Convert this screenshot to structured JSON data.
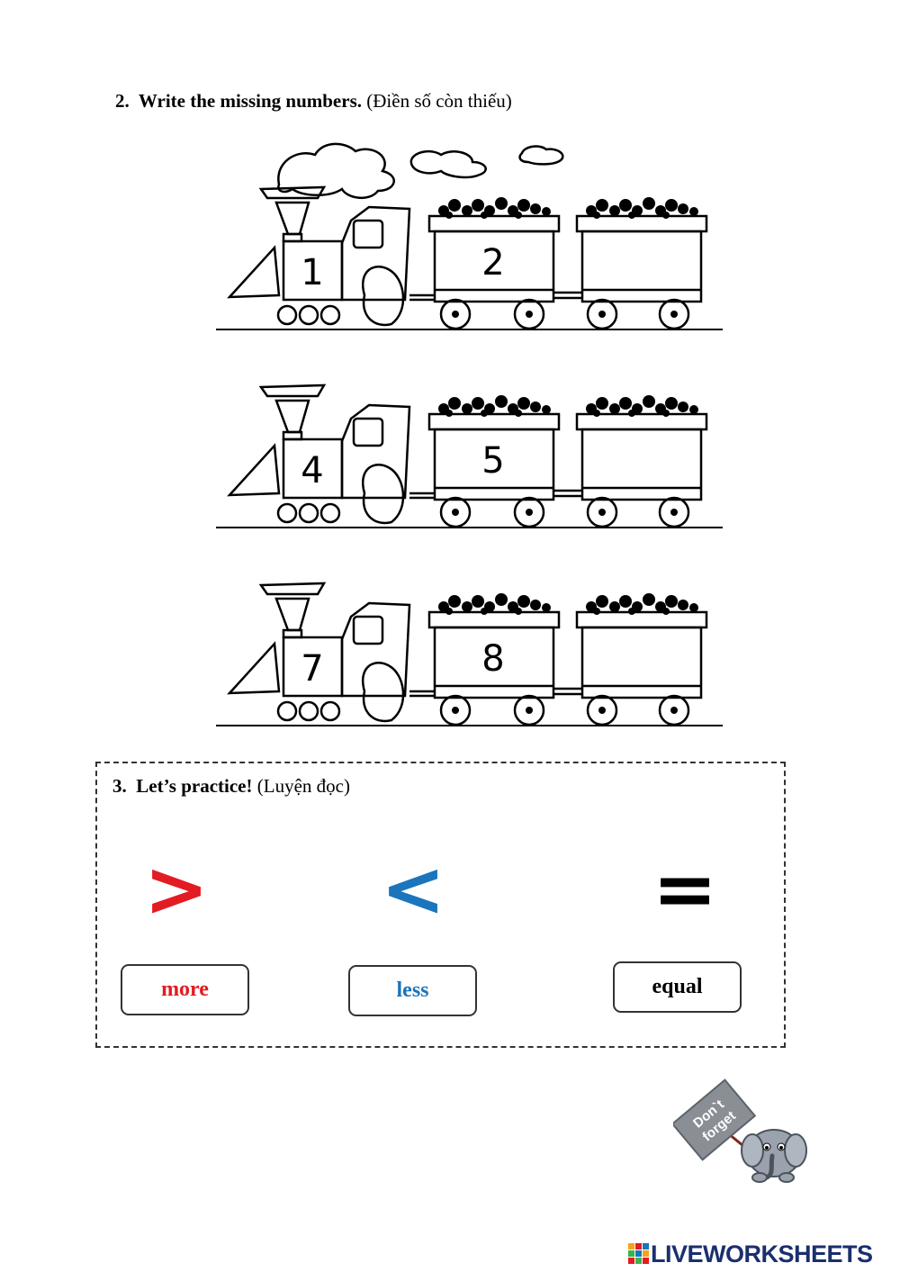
{
  "section2": {
    "number": "2.",
    "title": "Write the missing numbers.",
    "subtitle": "(Điền số còn thiếu)"
  },
  "trains": [
    {
      "engine": "1",
      "car1": "2",
      "car2": ""
    },
    {
      "engine": "4",
      "car1": "5",
      "car2": ""
    },
    {
      "engine": "7",
      "car1": "8",
      "car2": ""
    }
  ],
  "section3": {
    "number": "3.",
    "title": "Let’s practice!",
    "subtitle": "(Luyện đọc)"
  },
  "symbols": {
    "more": ">",
    "less": "<",
    "equal": "="
  },
  "words": {
    "more": "more",
    "less": "less",
    "equal": "equal"
  },
  "colors": {
    "more": "#e31b23",
    "less": "#1a75bc",
    "equal": "#000000",
    "brand": "#1b2f6e"
  },
  "mascot": {
    "sign_line1": "Don`t",
    "sign_line2": "forget"
  },
  "brand": {
    "name": "LIVEWORKSHEETS"
  }
}
